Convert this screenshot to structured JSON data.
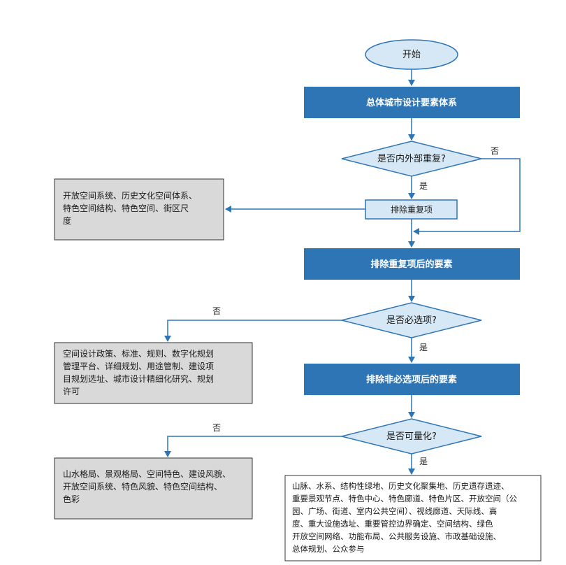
{
  "flowchart": {
    "start": {
      "label": "开始"
    },
    "step1": {
      "label": "总体城市设计要素体系"
    },
    "decision1": {
      "label": "是否内外部重复?",
      "yes": "是",
      "no": "否"
    },
    "remove_dup": {
      "label": "排除重复项"
    },
    "side1": {
      "text": "开放空间系统、历史文化空间体系、\n特色空间结构、特色空间、街区尺\n度"
    },
    "step2": {
      "label": "排除重复项后的要素"
    },
    "decision2": {
      "label": "是否必选项?",
      "yes": "是",
      "no": "否"
    },
    "side2": {
      "text": "空间设计政策、标准、规则、数字化规划\n管理平台、详细规划、用途管制、建设项\n目规划选址、城市设计精细化研究、规划\n许可"
    },
    "step3": {
      "label": "排除非必选项后的要素"
    },
    "decision3": {
      "label": "是否可量化?",
      "yes": "是",
      "no": "否"
    },
    "side3": {
      "text": "山水格局、景观格局、空间特色、建设风貌、\n开放空间系统、特色风貌、特色空间结构、\n色彩"
    },
    "result": {
      "text": "山脉、水系、结构性绿地、历史文化聚集地、历史遗存遗迹、\n重要景观节点、特色中心、特色廊道、特色片区、开放空间（公\n园、广场、街道、室内公共空间）、视线廊道、天际线、高\n度、重大设施选址、重要管控边界确定、空间结构、绿色\n开放空间网络、功能布局、公共服务设施、市政基础设施、\n总体规划、公众参与"
    }
  },
  "colors": {
    "primary": "#2e75b6",
    "light_fill": "#d6e8f5",
    "gray_fill": "#d9d9d9",
    "arrow": "#2e75b6"
  }
}
